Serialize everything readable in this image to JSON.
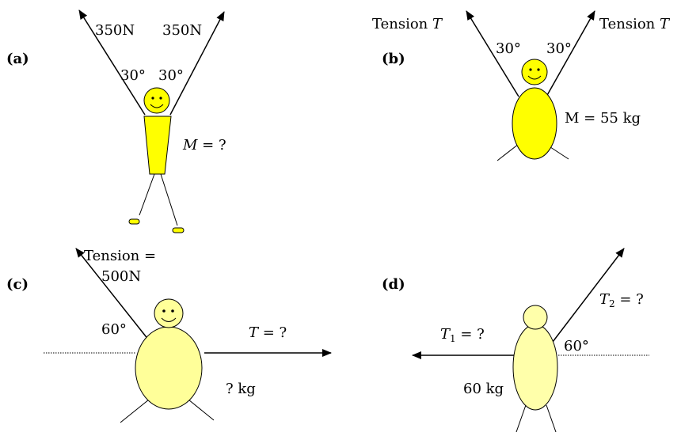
{
  "colors": {
    "yellow_bright": "#ffff00",
    "yellow_pale": "#ffff99",
    "yellow_light": "#ffffaa",
    "line": "#000000"
  },
  "panels": {
    "a": {
      "label": "(a)",
      "force_left": "350N",
      "force_right": "350N",
      "angle_left": "30°",
      "angle_right": "30°",
      "mass_symbol": "M",
      "mass_value": " = ?"
    },
    "b": {
      "label": "(b)",
      "tension_left_word": "Tension ",
      "tension_left_symbol": "T",
      "tension_right_word": "Tension ",
      "tension_right_symbol": "T",
      "angle_left": "30°",
      "angle_right": "30°",
      "mass": "M = 55 kg"
    },
    "c": {
      "label": "(c)",
      "tension_line1": "Tension =",
      "tension_line2": "500N",
      "angle": "60°",
      "t_symbol": "T",
      "t_value": " = ?",
      "mass": "? kg"
    },
    "d": {
      "label": "(d)",
      "t1_symbol": "T",
      "t1_sub": "1",
      "t1_value": " = ?",
      "t2_symbol": "T",
      "t2_sub": "2",
      "t2_value": " = ?",
      "angle": "60°",
      "mass": "60 kg"
    }
  }
}
